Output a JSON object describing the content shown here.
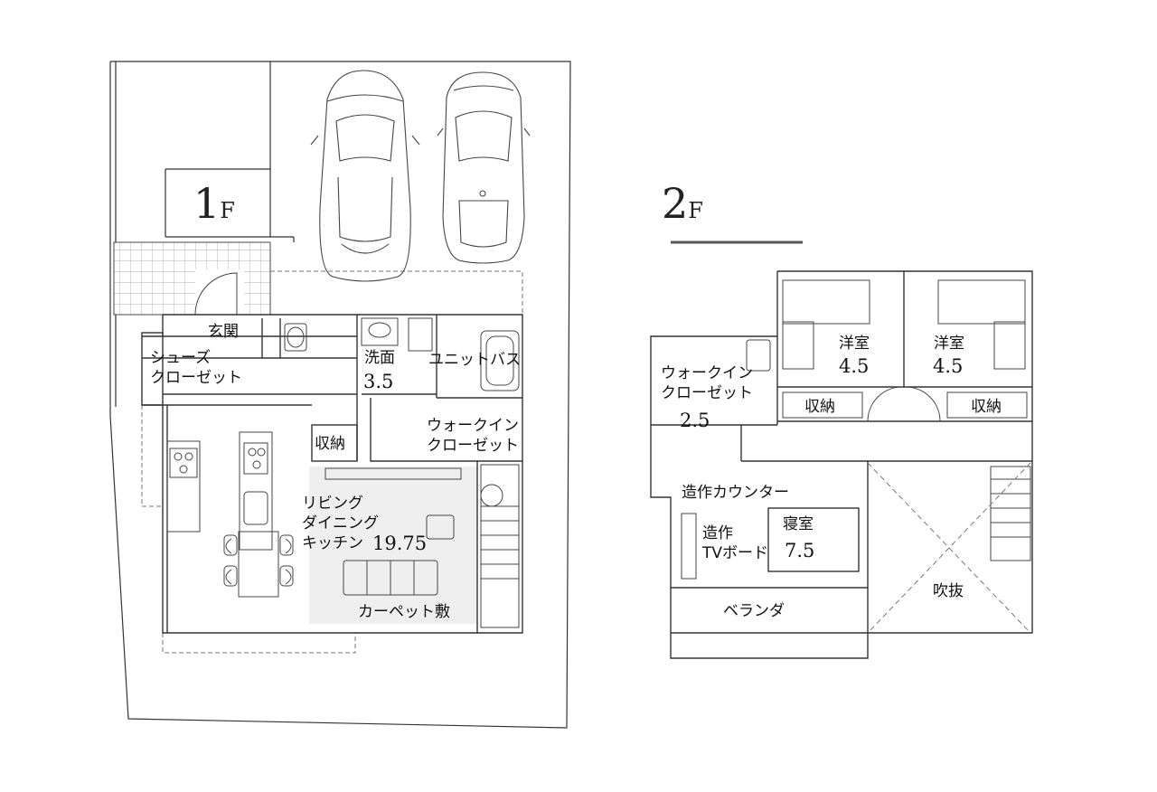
{
  "floor1": {
    "label_number": "1",
    "label_letter": "F",
    "rooms": {
      "entrance": "玄関",
      "shoe_closet_l1": "シューズ",
      "shoe_closet_l2": "クローゼット",
      "washroom": "洗面",
      "washroom_size": "3.5",
      "unit_bath": "ユニットバス",
      "storage": "収納",
      "wic_l1": "ウォークイン",
      "wic_l2": "クローゼット",
      "ldk_l1": "リビング",
      "ldk_l2": "ダイニング",
      "ldk_l3": "キッチン",
      "ldk_size": "19.75",
      "carpet": "カーペット敷"
    }
  },
  "floor2": {
    "label_number": "2",
    "label_letter": "F",
    "rooms": {
      "western_room_a": "洋室",
      "western_room_a_size": "4.5",
      "western_room_b": "洋室",
      "western_room_b_size": "4.5",
      "storage_a": "収納",
      "storage_b": "収納",
      "wic_l1": "ウォークイン",
      "wic_l2": "クローゼット",
      "wic_size": "2.5",
      "built_in_counter": "造作カウンター",
      "tv_board_l1": "造作",
      "tv_board_l2": "TVボード",
      "bedroom": "寝室",
      "bedroom_size": "7.5",
      "veranda": "ベランダ",
      "void": "吹抜"
    }
  },
  "colors": {
    "line": "#333333",
    "light_line": "#888888",
    "carpet_fill": "#efefef"
  }
}
